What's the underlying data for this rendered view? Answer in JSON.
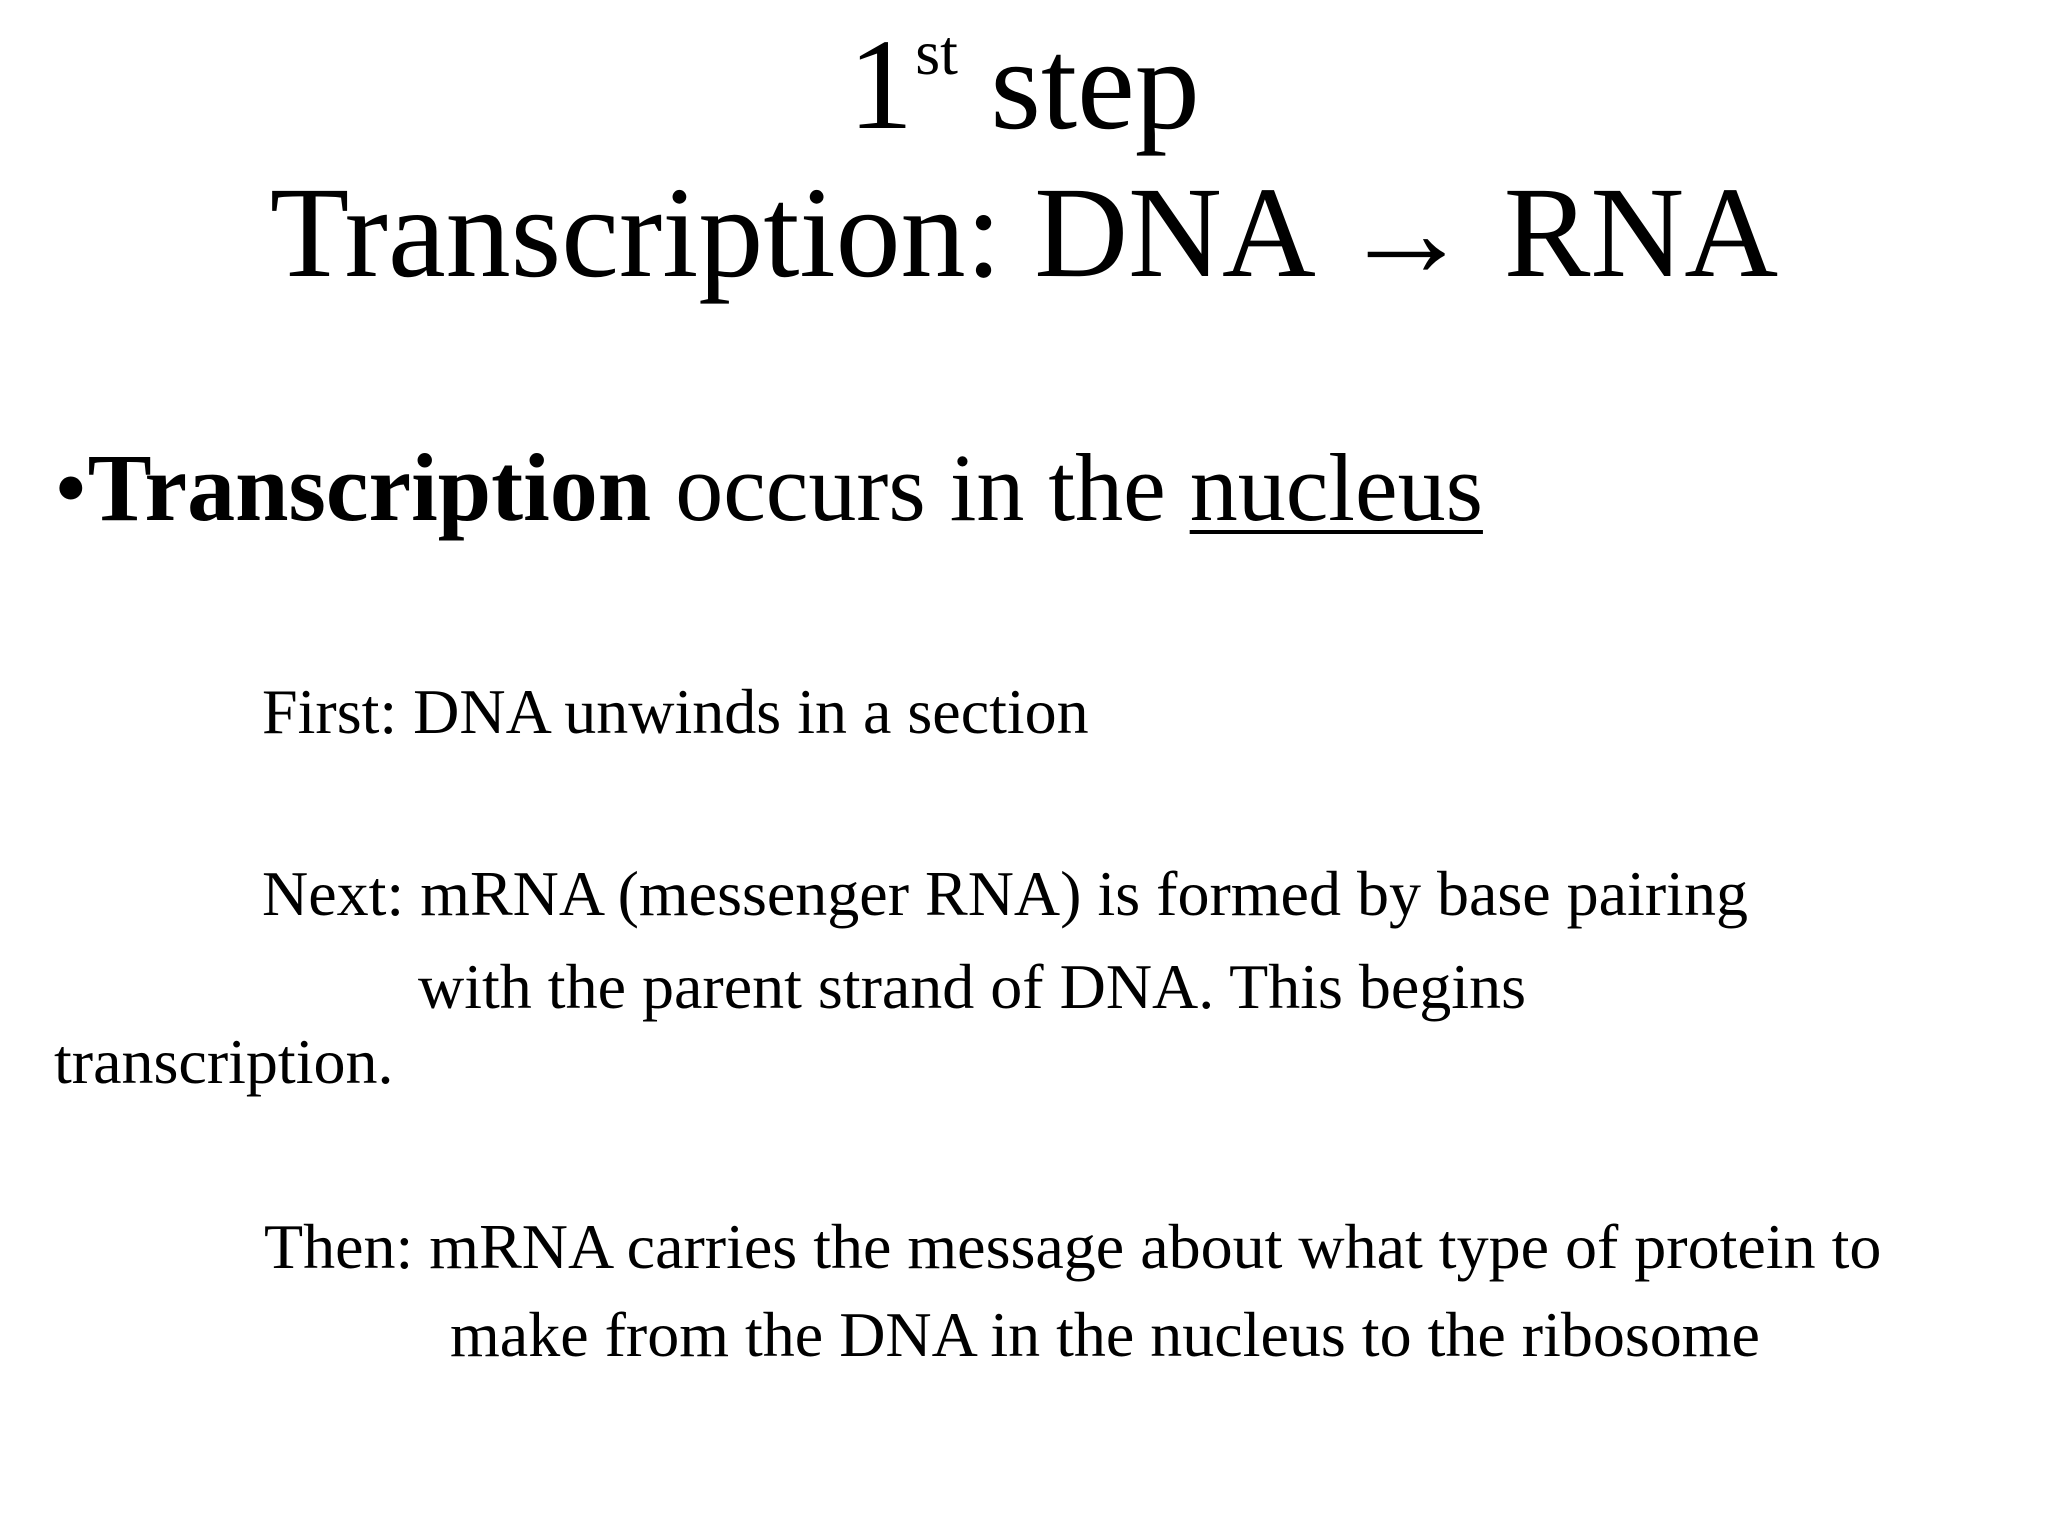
{
  "title": {
    "line1_number": "1",
    "line1_superscript": "st",
    "line1_word": " step",
    "line2": "Transcription: DNA → RNA"
  },
  "bullet": {
    "marker": "•",
    "bold_term": "Transcription",
    "middle_text": " occurs in the ",
    "underlined_term": "nucleus"
  },
  "steps": {
    "first": "First:  DNA unwinds in a section",
    "next_line1": "Next:  mRNA (messenger RNA) is formed by base pairing",
    "next_line2": "with the parent strand of DNA.  This begins",
    "next_line3": "transcription.",
    "then_line1": "Then: mRNA carries the message about what type of protein to",
    "then_line2": "make from the DNA in the nucleus to the ribosome"
  }
}
